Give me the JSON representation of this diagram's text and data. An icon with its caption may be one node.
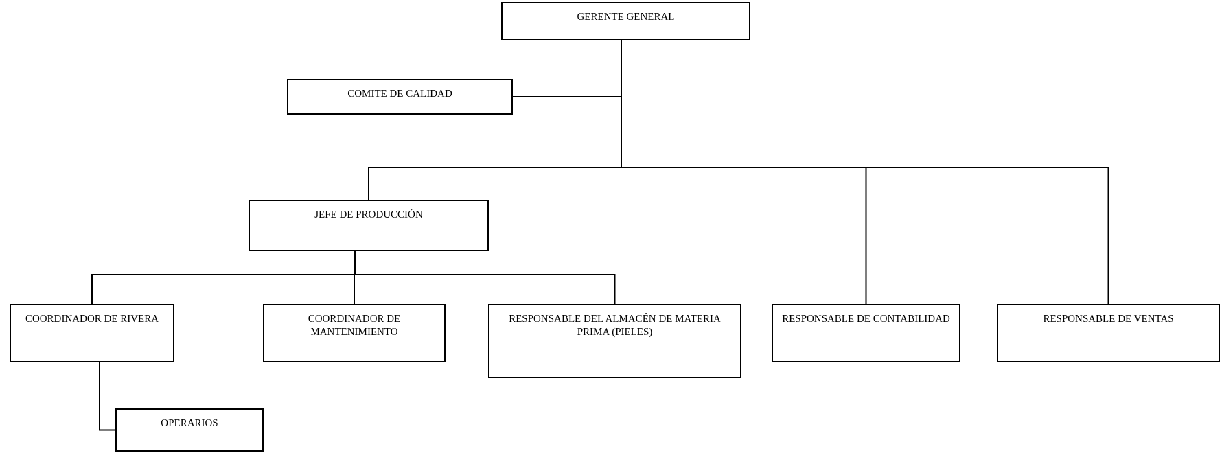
{
  "diagram": {
    "nodes": [
      {
        "text": [
          "GERENTE GENERAL"
        ]
      },
      {
        "text": [
          "COMITE DE CALIDAD"
        ]
      },
      {
        "text": [
          "JEFE DE PRODUCCIÓN"
        ]
      },
      {
        "text": [
          "COORDINADOR DE RIVERA"
        ]
      },
      {
        "text": [
          "COORDINADOR DE MANTENIMIENTO"
        ]
      },
      {
        "text": [
          "RESPONSABLE DEL ALMACÉN DE MATERIA PRIMA (PIELES)"
        ]
      },
      {
        "text": [
          "RESPONSABLE DE CONTABILIDAD"
        ]
      },
      {
        "text": [
          "RESPONSABLE DE VENTAS"
        ]
      },
      {
        "text": [
          "OPERARIOS"
        ]
      }
    ],
    "edges": [
      {
        "from": 0,
        "to": 1,
        "arrow": "none"
      },
      {
        "from": 0,
        "to": 2,
        "arrow": "none"
      },
      {
        "from": 0,
        "to": 6,
        "arrow": "none"
      },
      {
        "from": 0,
        "to": 7,
        "arrow": "none"
      },
      {
        "from": 2,
        "to": 3,
        "arrow": "none"
      },
      {
        "from": 2,
        "to": 4,
        "arrow": "none"
      },
      {
        "from": 2,
        "to": 5,
        "arrow": "none"
      },
      {
        "from": 3,
        "to": 8,
        "arrow": "none"
      }
    ]
  }
}
